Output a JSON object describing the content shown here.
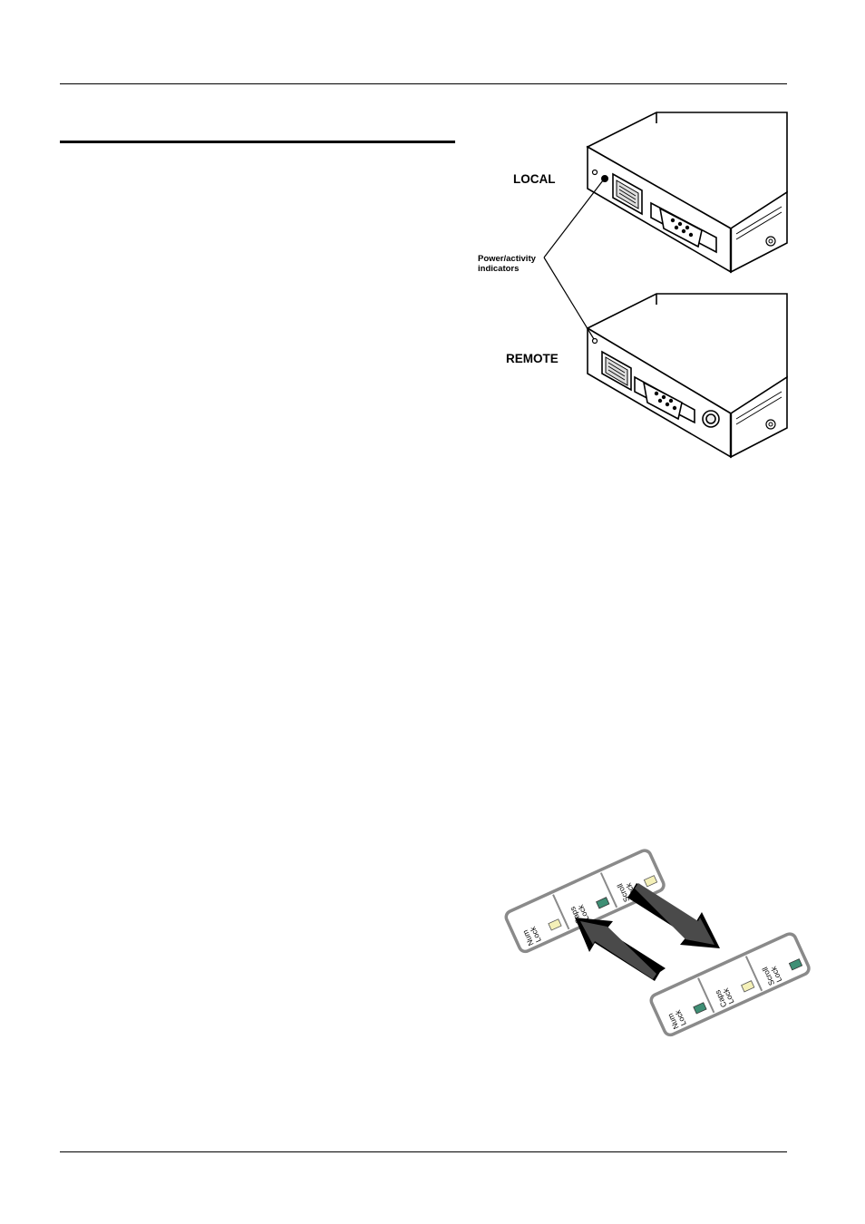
{
  "figure_units": {
    "local_label": "LOCAL",
    "remote_label": "REMOTE",
    "indicator_label_line1": "Power/activity",
    "indicator_label_line2": "indicators"
  },
  "figure_keyboard": {
    "panel_left": {
      "keys": [
        {
          "line1": "Num",
          "line2": "Lock",
          "led": "off"
        },
        {
          "line1": "Caps",
          "line2": "Lock",
          "led": "on"
        },
        {
          "line1": "Scroll",
          "line2": "Lock",
          "led": "off"
        }
      ]
    },
    "panel_right": {
      "keys": [
        {
          "line1": "Num",
          "line2": "Lock",
          "led": "on"
        },
        {
          "line1": "Caps",
          "line2": "Lock",
          "led": "off"
        },
        {
          "line1": "Scroll",
          "line2": "Lock",
          "led": "on"
        }
      ]
    },
    "led_on_color": "#3f8f75",
    "led_off_color": "#f4f0b8"
  }
}
